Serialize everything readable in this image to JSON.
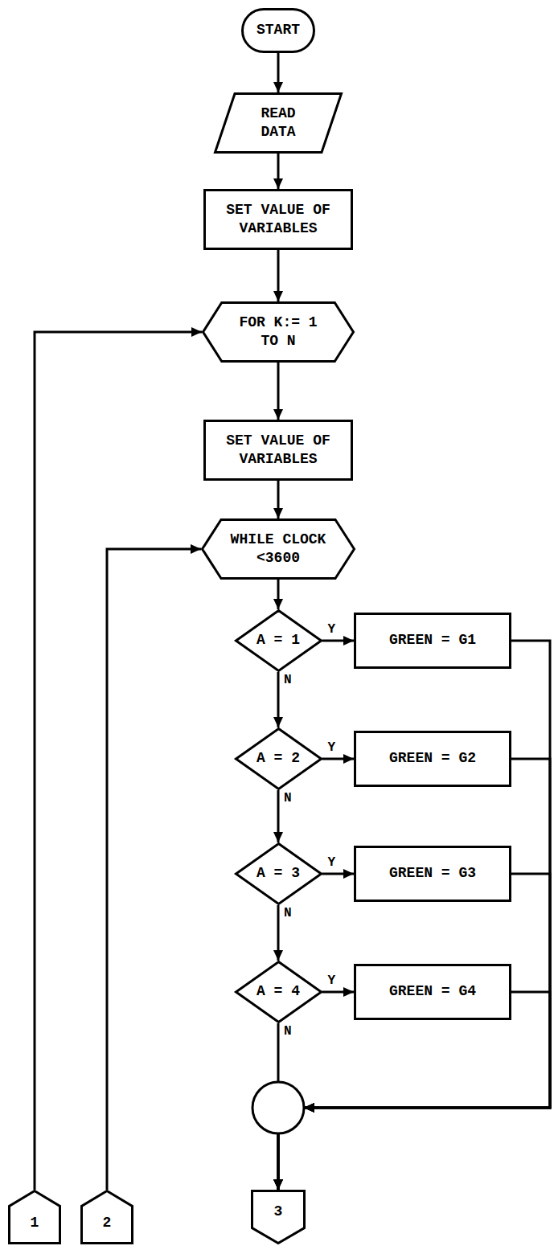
{
  "diagram": {
    "nodes": [
      {
        "text": [
          "START"
        ]
      },
      {
        "text": [
          "READ DATA"
        ]
      },
      {
        "text": [
          "SET VALUE OF VARIABLES"
        ]
      },
      {
        "text": [
          "FOR K:= 1 TO N"
        ]
      },
      {
        "text": [
          "SET VALUE OF VARIABLES"
        ]
      },
      {
        "text": [
          "WHILE CLOCK <3600"
        ]
      },
      {
        "text": [
          "A = 1"
        ]
      },
      {
        "text": [
          "GREEN = G1"
        ]
      },
      {
        "text": [
          "A = 2"
        ]
      },
      {
        "text": [
          "GREEN = G2"
        ]
      },
      {
        "text": [
          "A = 3"
        ]
      },
      {
        "text": [
          "GREEN = G3"
        ]
      },
      {
        "text": [
          "A = 4"
        ]
      },
      {
        "text": [
          "GREEN = G4"
        ]
      },
      {
        "text": [
          "1"
        ]
      },
      {
        "text": [
          "2"
        ]
      },
      {
        "text": [
          "3"
        ]
      }
    ],
    "edges": [
      {
        "from": 0,
        "to": 1,
        "arrow": "to"
      },
      {
        "from": 1,
        "to": 2,
        "arrow": "to"
      },
      {
        "from": 2,
        "to": 3,
        "arrow": "to"
      },
      {
        "from": 3,
        "to": 4,
        "arrow": "to"
      },
      {
        "from": 4,
        "to": 5,
        "arrow": "to"
      },
      {
        "from": 5,
        "to": 6,
        "arrow": "to"
      },
      {
        "from": 6,
        "to": 7,
        "label": "Y",
        "arrow": "to"
      },
      {
        "from": 6,
        "to": 8,
        "label": "N",
        "arrow": "to"
      },
      {
        "from": 8,
        "to": 9,
        "label": "Y",
        "arrow": "to"
      },
      {
        "from": 8,
        "to": 10,
        "label": "N",
        "arrow": "to"
      },
      {
        "from": 10,
        "to": 11,
        "label": "Y",
        "arrow": "to"
      },
      {
        "from": 10,
        "to": 12,
        "label": "N",
        "arrow": "to"
      },
      {
        "from": 12,
        "to": 13,
        "label": "Y",
        "arrow": "to"
      },
      {
        "from": 12,
        "to": 16,
        "label": "N",
        "arrow": "to"
      },
      {
        "from": 7,
        "to": 16,
        "arrow": "to"
      },
      {
        "from": 9,
        "to": 16,
        "arrow": "to"
      },
      {
        "from": 11,
        "to": 16,
        "arrow": "to"
      },
      {
        "from": 13,
        "to": 16,
        "arrow": "to"
      },
      {
        "from": 14,
        "to": 3,
        "arrow": "to"
      },
      {
        "from": 15,
        "to": 5,
        "arrow": "to"
      }
    ]
  }
}
